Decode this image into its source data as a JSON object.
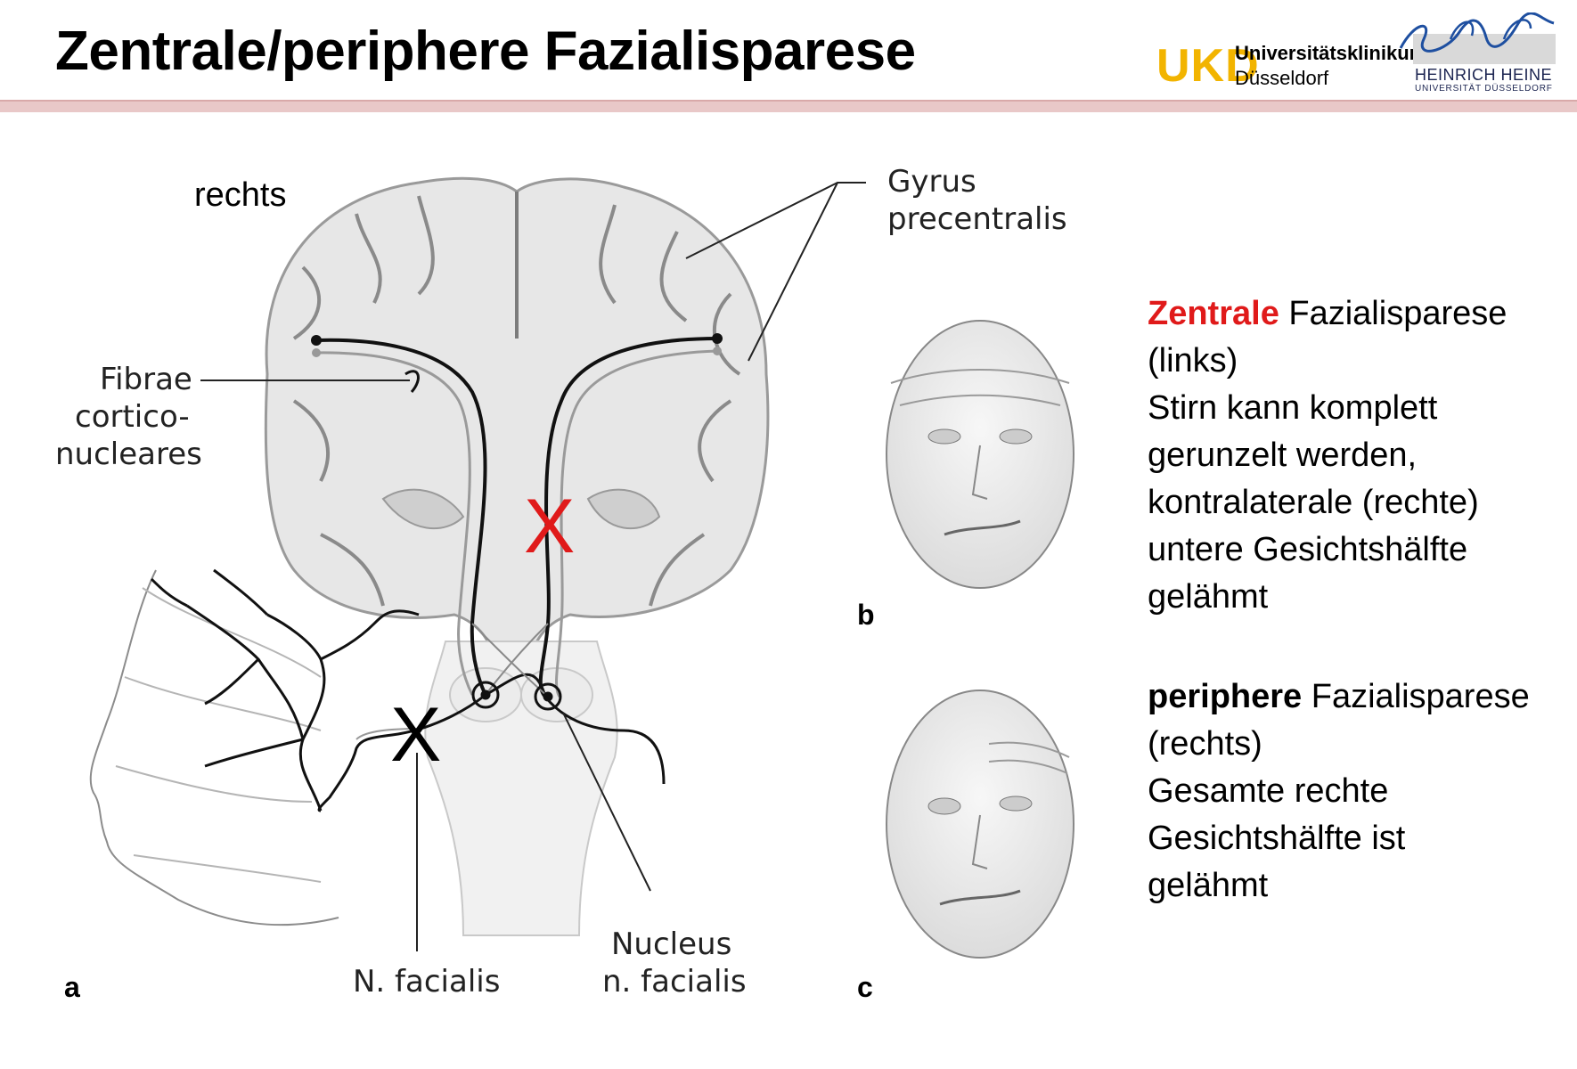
{
  "title": "Zentrale/periphere Fazialisparese",
  "logos": {
    "ukd_mark": "UKD",
    "ukd_line1": "Universitätsklinikum",
    "ukd_line2": "Düsseldorf",
    "hhu_name": "HEINRICH HEINE",
    "hhu_sub": "UNIVERSITÄT DÜSSELDORF",
    "ukd_color": "#f2b400"
  },
  "figure": {
    "side_label": "rechts",
    "gyrus_line1": "Gyrus",
    "gyrus_line2": "precentralis",
    "fibrae_line1": "Fibrae",
    "fibrae_line2": "cortico-",
    "fibrae_line3": "nucleares",
    "n_facialis": "N. facialis",
    "nucleus_line1": "Nucleus",
    "nucleus_line2": "n. facialis",
    "panel_a": "a",
    "panel_b": "b",
    "panel_c": "c",
    "lesion_central": "X",
    "lesion_peripheral": "X",
    "lesion_central_color": "#e01a1a",
    "lesion_peripheral_color": "#000000"
  },
  "central": {
    "term": "Zentrale",
    "term_rest": " Fazialisparese",
    "side": "(links)",
    "line1": "Stirn kann komplett",
    "line2": "gerunzelt werden,",
    "line3": "kontralaterale (rechte)",
    "line4": "untere Gesichtshälfte",
    "line5": "gelähmt"
  },
  "peripheral": {
    "term": "periphere",
    "term_rest": " Fazialisparese",
    "side": "(rechts)",
    "line1": "Gesamte rechte",
    "line2": "Gesichtshälfte ist",
    "line3": "gelähmt"
  },
  "colors": {
    "accent_red": "#e01a1a",
    "header_rule": "#e9c8c8"
  }
}
